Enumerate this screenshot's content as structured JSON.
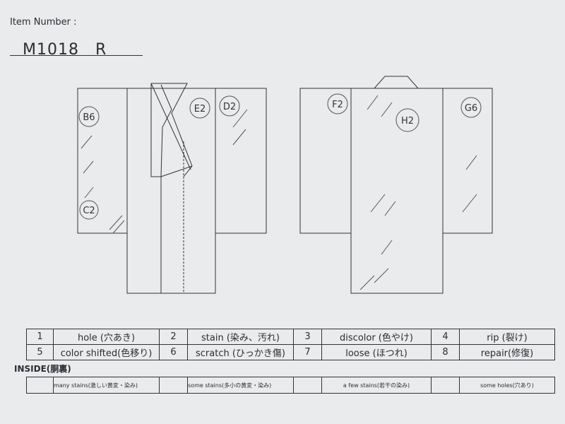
{
  "header": {
    "label": "Item Number :",
    "value": "M1018　R"
  },
  "front_marks": [
    "B6",
    "C2",
    "E2",
    "D2"
  ],
  "back_marks": [
    "F2",
    "H2",
    "G6"
  ],
  "legend": [
    [
      {
        "num": "1",
        "label": "hole (穴あき)"
      },
      {
        "num": "2",
        "label": "stain (染み、汚れ)"
      },
      {
        "num": "3",
        "label": "discolor (色やけ)"
      },
      {
        "num": "4",
        "label": "rip (裂け)"
      }
    ],
    [
      {
        "num": "5",
        "label": "color shifted(色移り)"
      },
      {
        "num": "6",
        "label": "scratch (ひっかき傷)"
      },
      {
        "num": "7",
        "label": "loose (ほつれ)"
      },
      {
        "num": "8",
        "label": "repair(修復)"
      }
    ]
  ],
  "inside": {
    "title": "INSIDE(胴裏)",
    "items": [
      "many stains(激しい黄変・染み)",
      "some stains(多小の黄変・染み)",
      "a few stains(若干の染み)",
      "some holes(穴あり)"
    ]
  }
}
